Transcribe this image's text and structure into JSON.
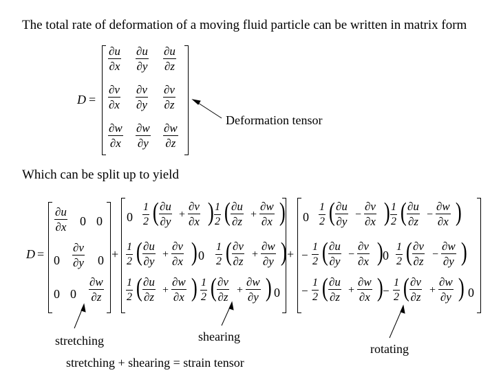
{
  "intro": "The total rate of deformation of a moving fluid particle can be written in matrix form",
  "split_text": "Which can be split up to yield",
  "labels": {
    "deformation_tensor": "Deformation tensor",
    "stretching": "stretching",
    "shearing": "shearing",
    "rotating": "rotating",
    "strain_equation": "stretching + shearing = strain tensor"
  },
  "symbols": {
    "D": "D",
    "equals": "=",
    "plus": "+",
    "minus": "−",
    "zero": "0",
    "one": "1",
    "two": "2"
  },
  "partials": {
    "du": "∂u",
    "dv": "∂v",
    "dw": "∂w",
    "dx": "∂x",
    "dy": "∂y",
    "dz": "∂z"
  }
}
